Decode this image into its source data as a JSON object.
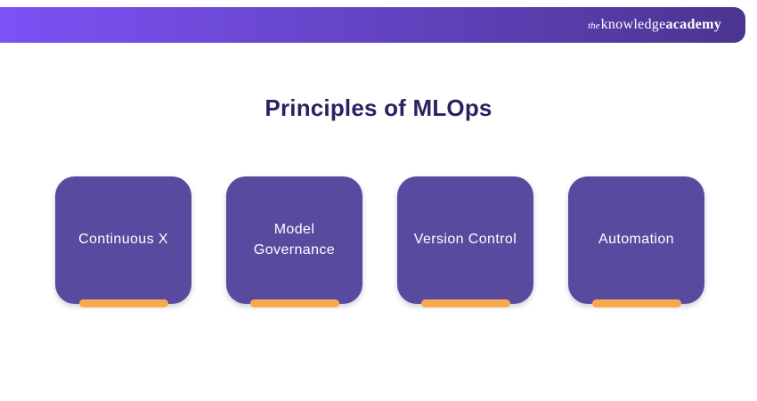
{
  "header": {
    "logo": {
      "the": "the",
      "knowledge": "knowledge",
      "academy": "academy"
    }
  },
  "title": "Principles of MLOps",
  "cards": [
    {
      "label": "Continuous X"
    },
    {
      "label": "Model Governance"
    },
    {
      "label": "Version Control"
    },
    {
      "label": "Automation"
    }
  ],
  "colors": {
    "header_gradient_start": "#7C52F6",
    "header_gradient_end": "#4B3590",
    "title_text": "#2B2161",
    "card_background": "#584A9E",
    "card_text": "#FFFFFF",
    "accent_bar": "#F8A94D",
    "page_background": "#FFFFFF"
  }
}
